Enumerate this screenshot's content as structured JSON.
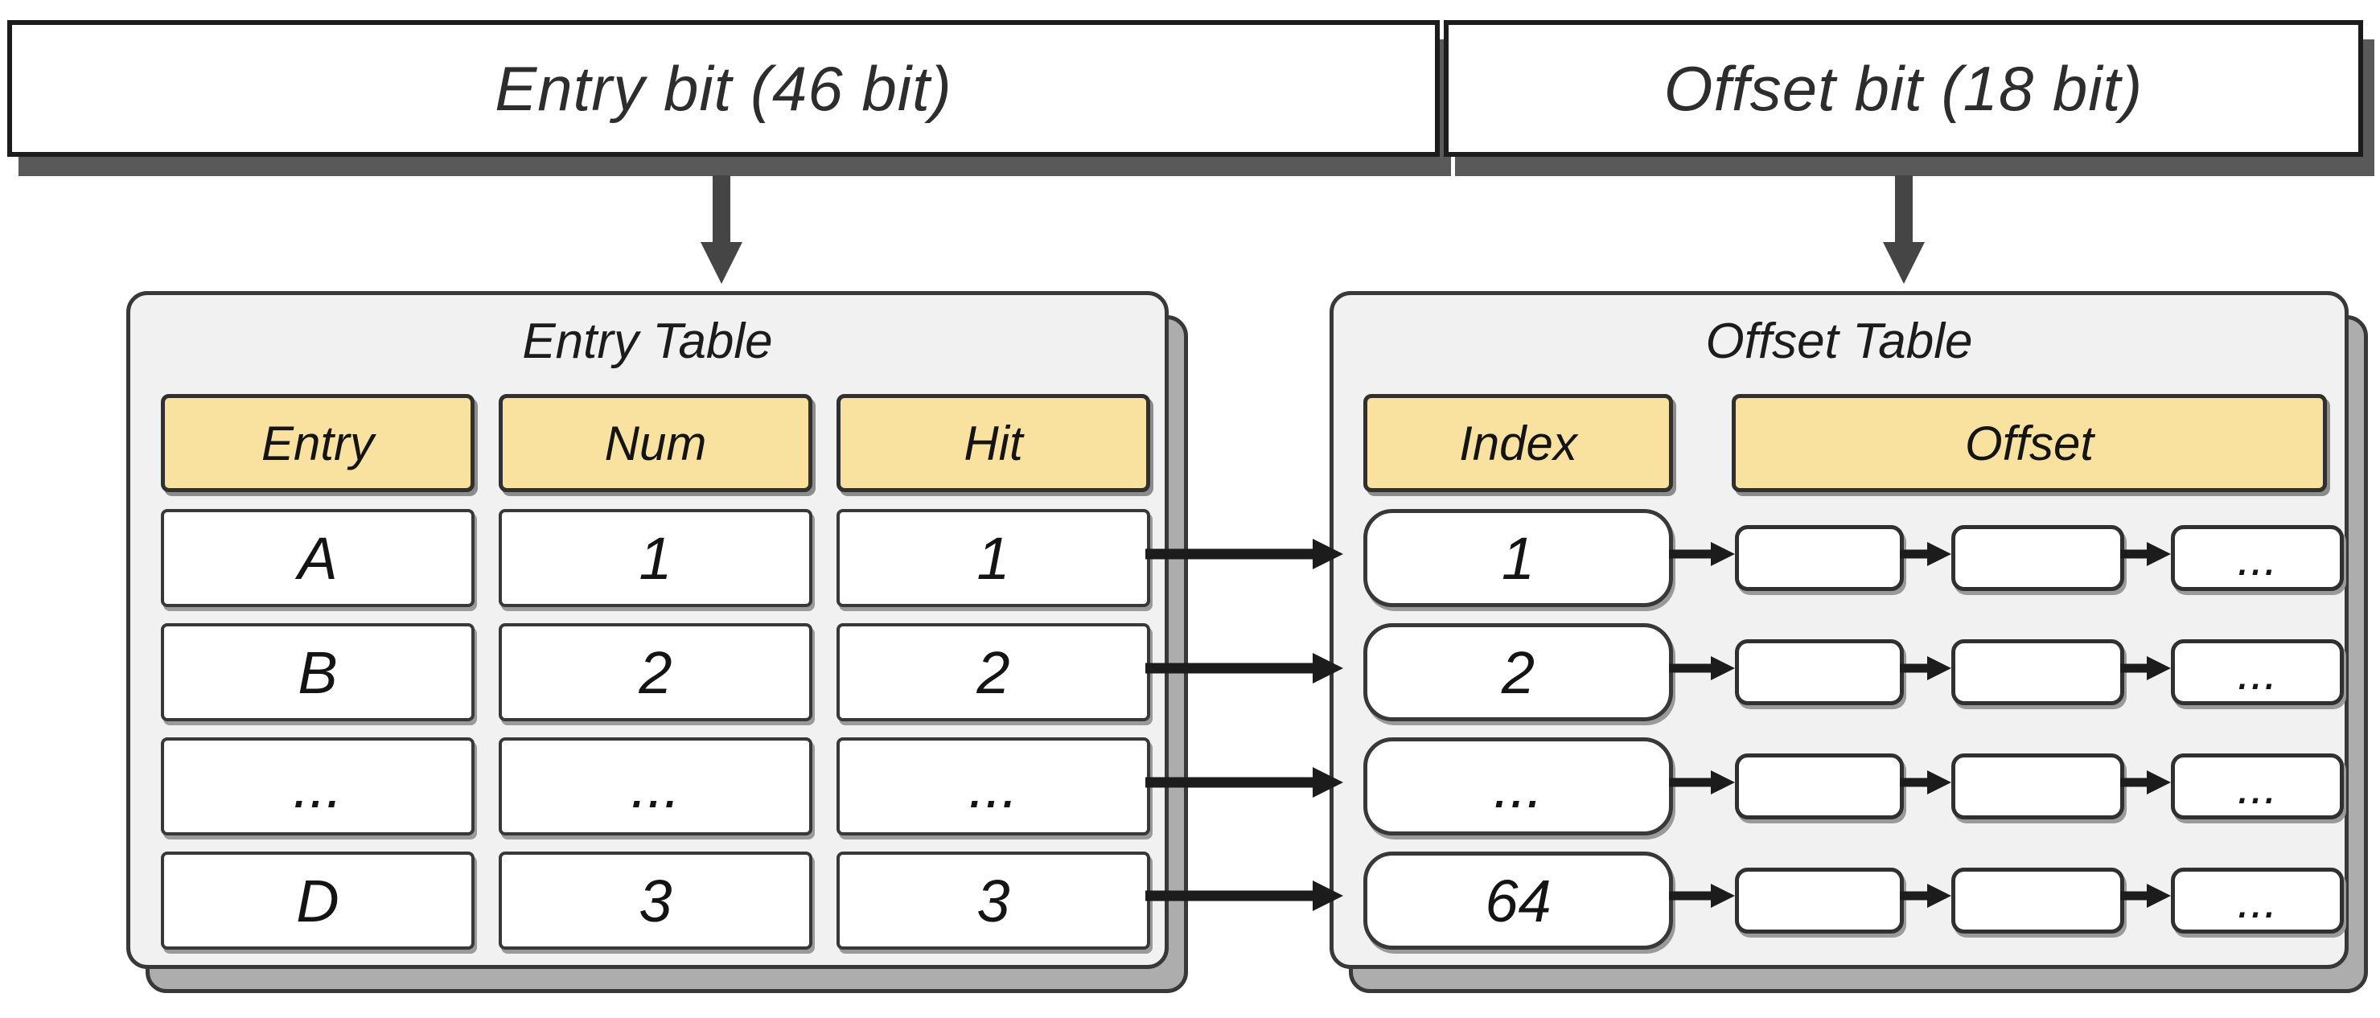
{
  "bit_field": {
    "segments": [
      {
        "label": "Entry bit (46 bit)"
      },
      {
        "label": "Offset bit (18 bit)"
      }
    ]
  },
  "entry_table": {
    "title": "Entry Table",
    "headers": [
      "Entry",
      "Num",
      "Hit"
    ],
    "rows": [
      [
        "A",
        "1",
        "1"
      ],
      [
        "B",
        "2",
        "2"
      ],
      [
        "...",
        "...",
        "..."
      ],
      [
        "D",
        "3",
        "3"
      ]
    ]
  },
  "offset_table": {
    "title": "Offset Table",
    "headers": [
      "Index",
      "Offset"
    ],
    "rows": [
      {
        "index": "1",
        "chain": [
          "",
          "",
          "..."
        ]
      },
      {
        "index": "2",
        "chain": [
          "",
          "",
          "..."
        ]
      },
      {
        "index": "...",
        "chain": [
          "",
          "",
          "..."
        ]
      },
      {
        "index": "64",
        "chain": [
          "",
          "",
          "..."
        ]
      }
    ]
  },
  "colors": {
    "header_fill": "#F9E2A0",
    "panel_fill": "#F1F1F1",
    "back_panel_fill": "#ADADAD",
    "border": "#383838",
    "bar_shadow": "#595959",
    "down_arrow": "#454545",
    "flow_arrow": "#1C1C1C",
    "text": "#1F1F1F"
  }
}
